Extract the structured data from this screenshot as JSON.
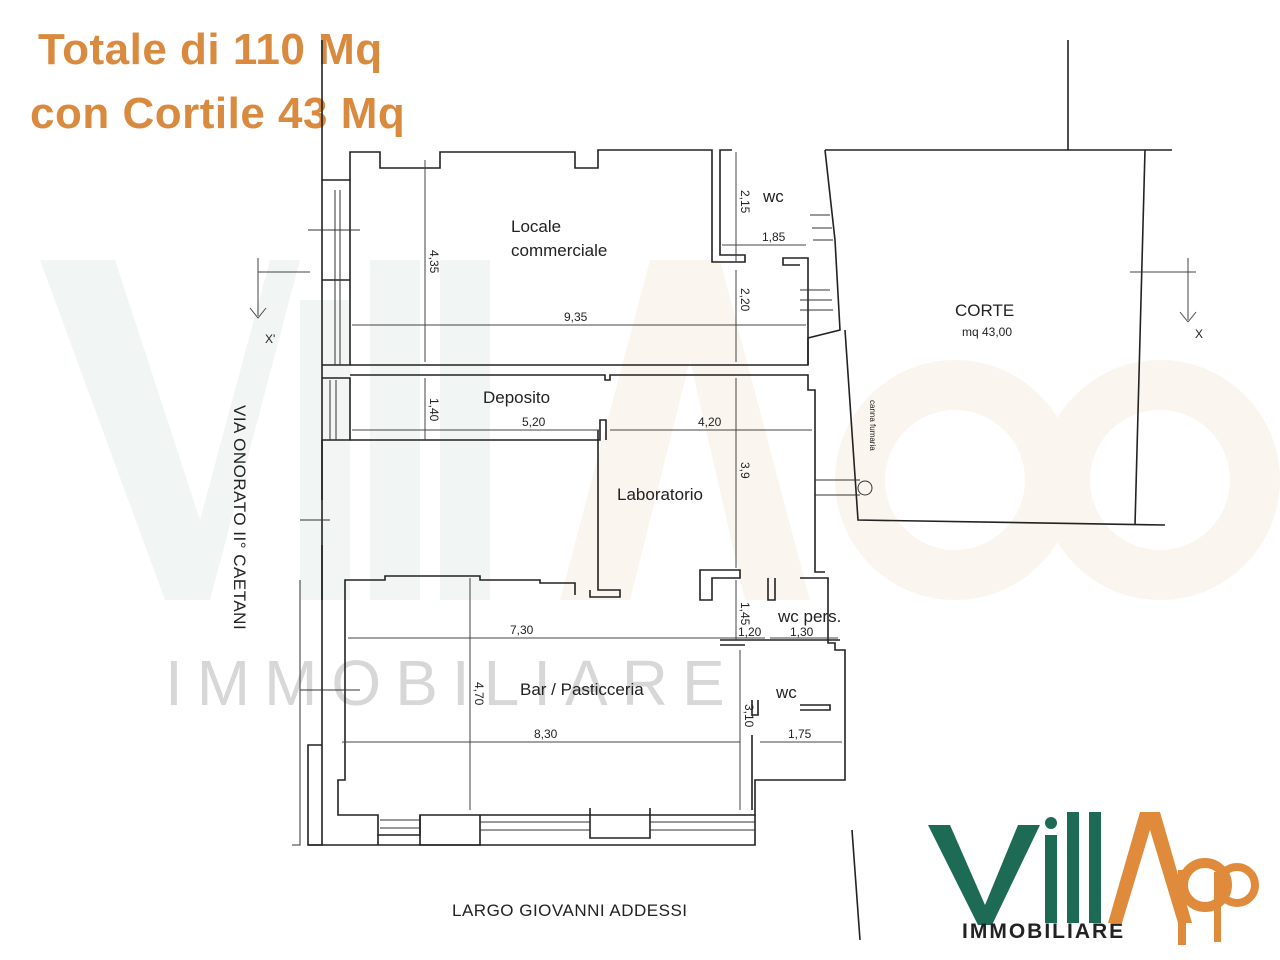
{
  "headline": {
    "line1": "Totale di 110 Mq",
    "line2": "con Cortile 43 Mq"
  },
  "rooms": {
    "locale_line1": "Locale",
    "locale_line2": "commerciale",
    "wc_top": "wc",
    "corte": "CORTE",
    "corte_area": "mq 43,00",
    "deposito": "Deposito",
    "laboratorio": "Laboratorio",
    "wc_pers": "wc pers.",
    "bar": "Bar / Pasticceria",
    "wc_bottom": "wc",
    "canna": "canna fumaria"
  },
  "dimensions": {
    "d935": "9,35",
    "d435": "4,35",
    "d215": "2,15",
    "d185": "1,85",
    "d220": "2,20",
    "d140": "1,40",
    "d520": "5,20",
    "d420": "4,20",
    "d39": "3,9",
    "d145": "1,45",
    "d730": "7,30",
    "d120": "1,20",
    "d130": "1,30",
    "d470": "4,70",
    "d830": "8,30",
    "d310": "3,10",
    "d175": "1,75"
  },
  "section_marks": {
    "left": "X'",
    "right": "X"
  },
  "streets": {
    "left": "VIA ONORATO II° CAETANI",
    "bottom": "LARGO GIOVANNI ADDESSI"
  },
  "watermark": {
    "text": "IMMOBILIARE"
  },
  "logo": {
    "vill": "Vill",
    "app": "App",
    "sub": "IMMOBILIARE"
  },
  "colors": {
    "headline": "#d98a3f",
    "logo_green": "#1e6b55",
    "logo_orange": "#e08b3b"
  }
}
